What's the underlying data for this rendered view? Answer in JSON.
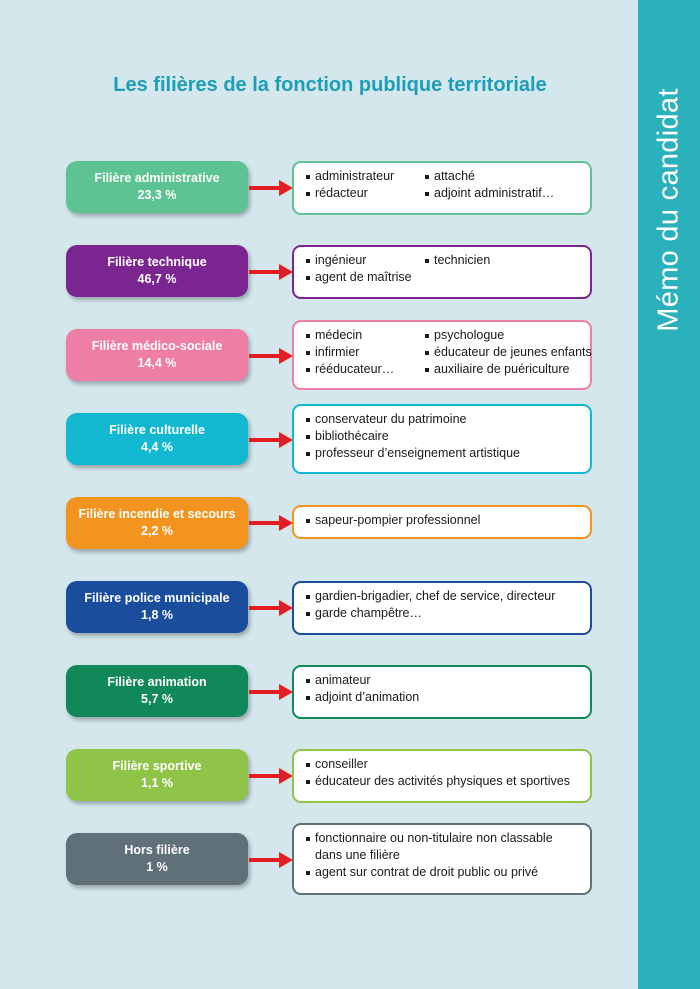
{
  "sidebar": {
    "text": "Mémo du candidat",
    "color": "#2ab1bc"
  },
  "title": "Les filières de la fonction publique territoriale",
  "arrow_color": "#e31d22",
  "rows": [
    {
      "name": "Filière administrative",
      "pct": "23,3 %",
      "color": "#5ec393",
      "items": [
        "administrateur",
        "attaché",
        "rédacteur",
        "adjoint administratif…"
      ]
    },
    {
      "name": "Filière technique",
      "pct": "46,7 %",
      "color": "#7b2690",
      "items": [
        "ingénieur",
        "technicien",
        "agent de maîtrise"
      ]
    },
    {
      "name": "Filière médico-sociale",
      "pct": "14,4 %",
      "color": "#ef7ea6",
      "items": [
        "médecin",
        "psychologue",
        "infirmier",
        "éducateur de jeunes enfants",
        "rééducateur…",
        "auxiliaire de puériculture"
      ]
    },
    {
      "name": "Filière culturelle",
      "pct": "4,4 %",
      "color": "#11b8d0",
      "items": [
        "conservateur du patrimoine",
        "bibliothécaire",
        "professeur d’enseignement artistique"
      ]
    },
    {
      "name": "Filière incendie et secours",
      "pct": "2,2 %",
      "color": "#f39420",
      "items": [
        "sapeur-pompier professionnel"
      ]
    },
    {
      "name": "Filière police municipale",
      "pct": "1,8 %",
      "color": "#1a4e9d",
      "items": [
        "gardien-brigadier, chef de service, directeur",
        "garde champêtre…"
      ]
    },
    {
      "name": "Filière animation",
      "pct": "5,7 %",
      "color": "#10885a",
      "items": [
        "animateur",
        "adjoint d’animation"
      ]
    },
    {
      "name": "Filière sportive",
      "pct": "1,1 %",
      "color": "#8fc449",
      "items": [
        "conseiller",
        "éducateur des activités physiques et sportives"
      ]
    },
    {
      "name": "Hors filière",
      "pct": "1 %",
      "color": "#5f7079",
      "items": [
        "fonctionnaire ou non-titulaire non classable dans une filière",
        "agent sur contrat de droit public ou privé"
      ]
    }
  ]
}
